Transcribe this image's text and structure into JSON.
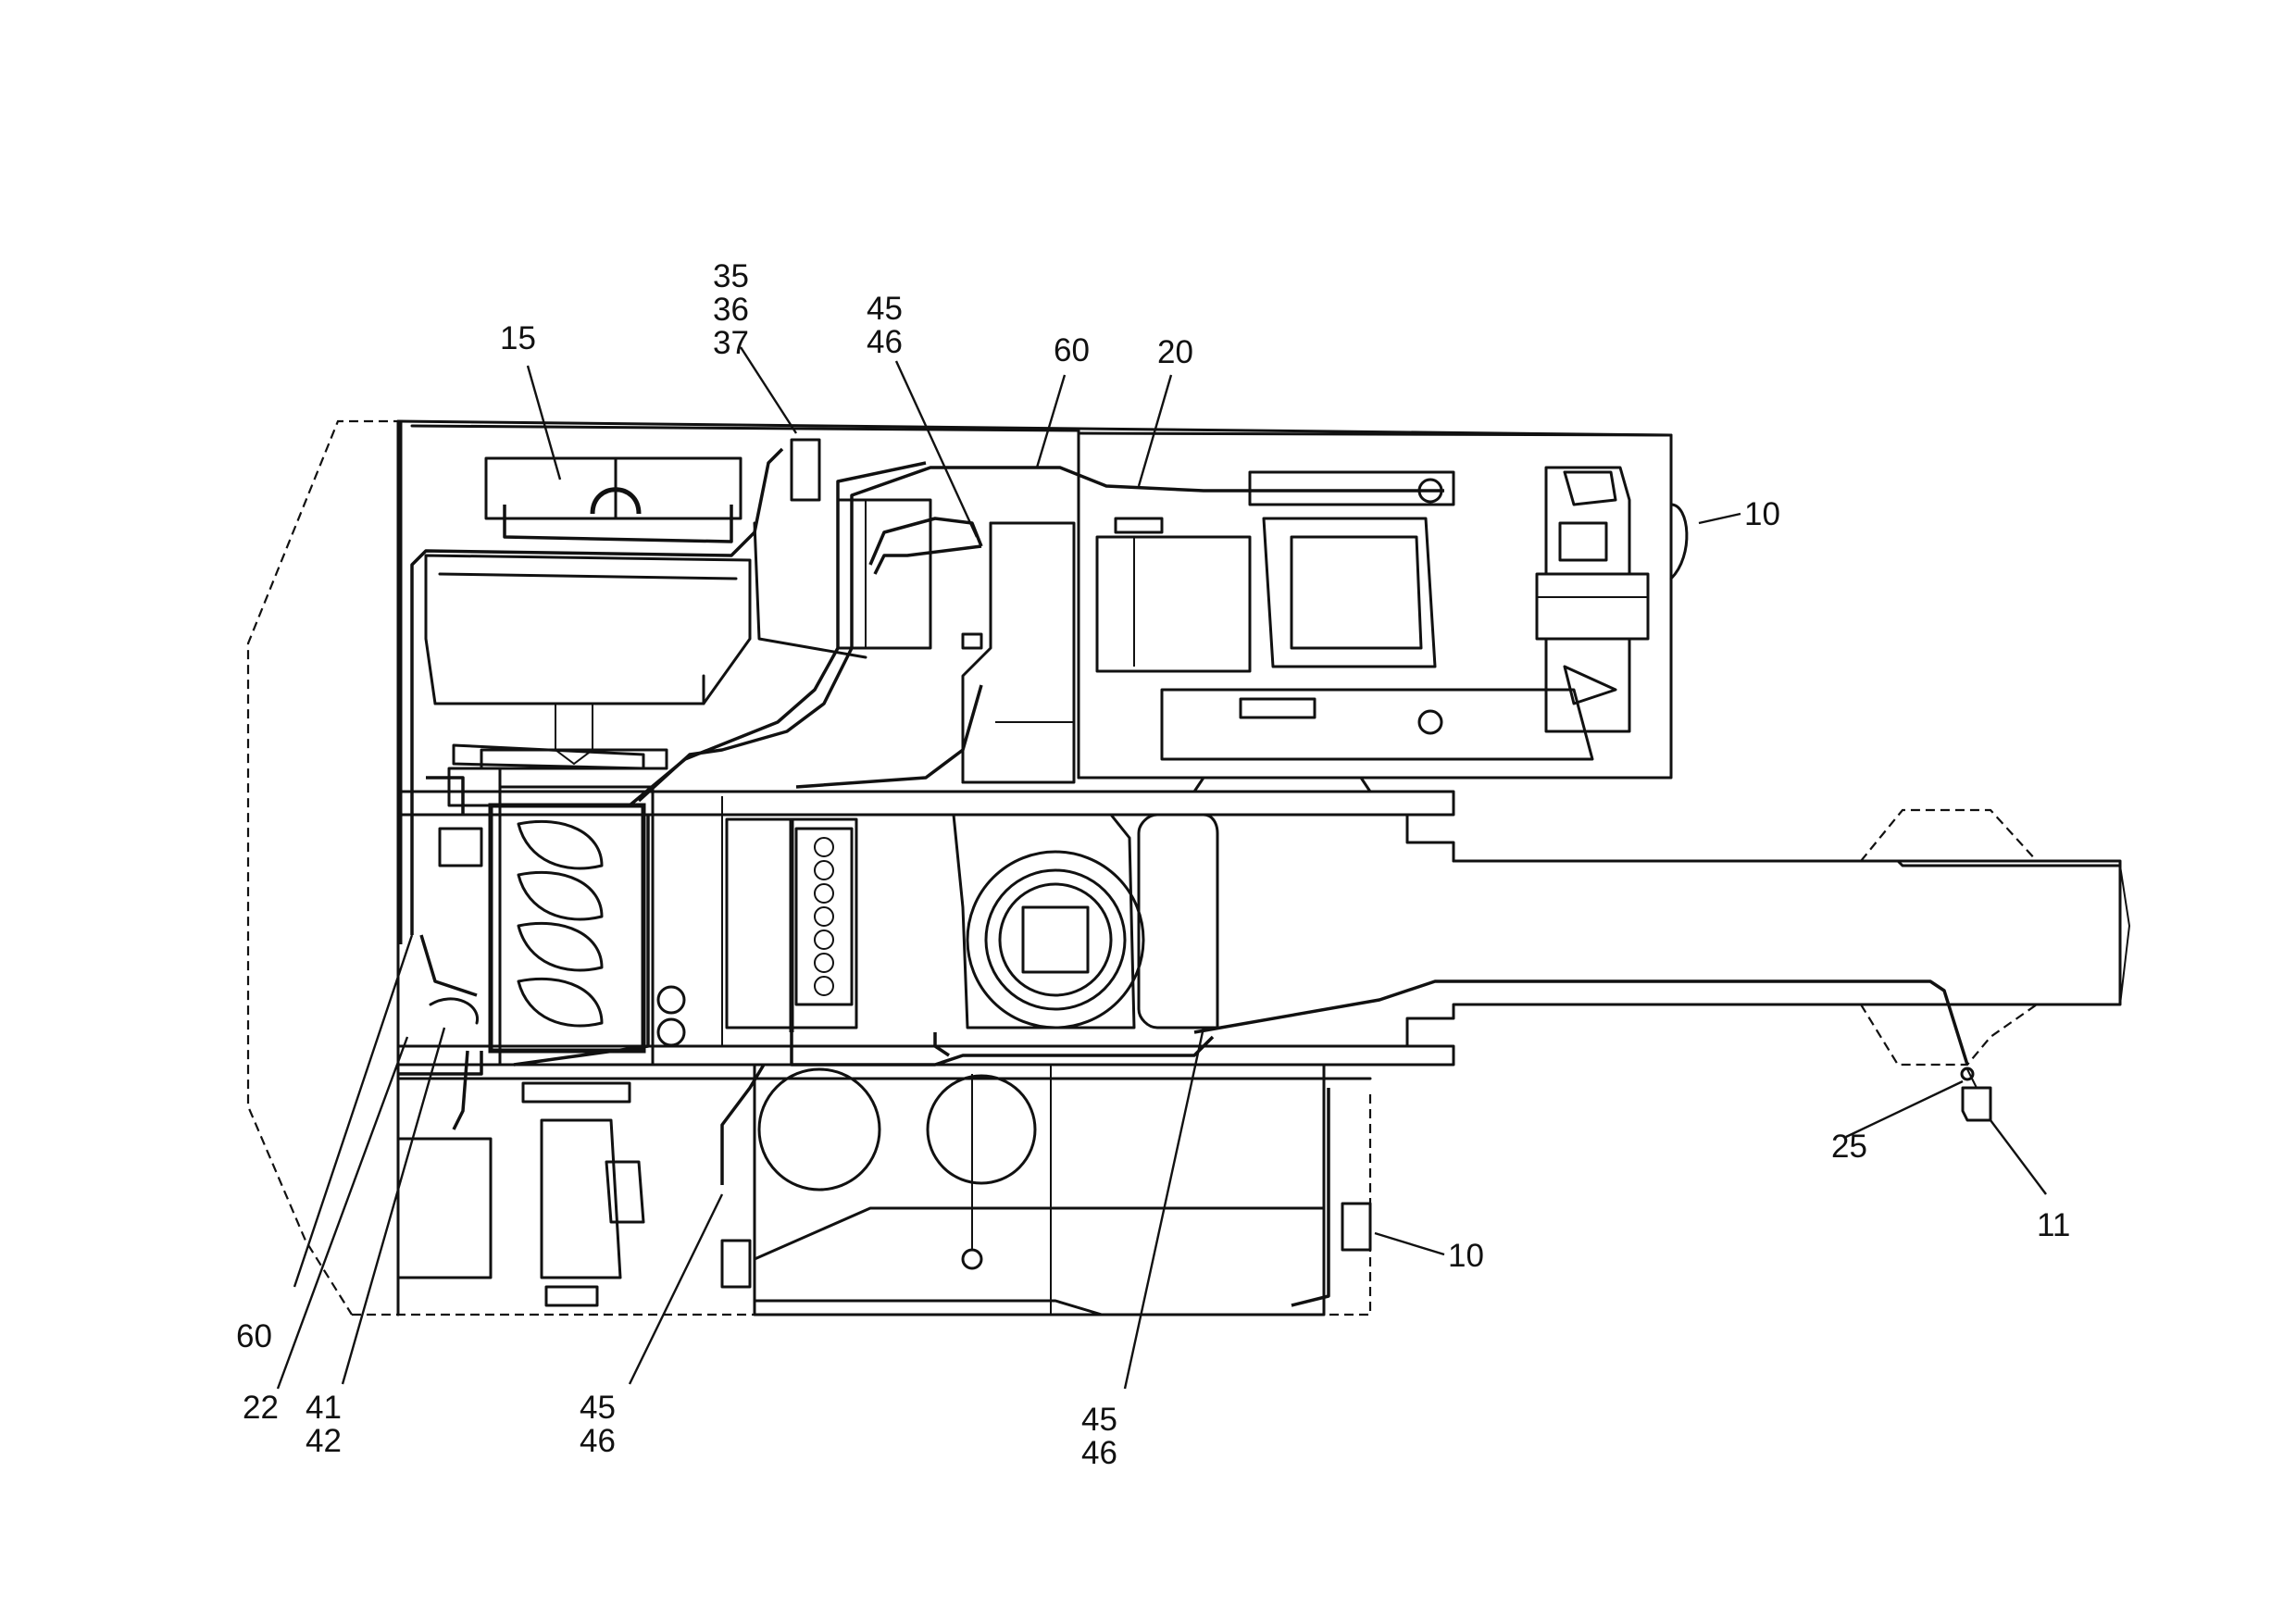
{
  "callouts": {
    "c15": "15",
    "c35": "35",
    "c36": "36",
    "c37": "37",
    "c45_top": "45",
    "c46_top": "46",
    "c60_top": "60",
    "c20": "20",
    "c10_top": "10",
    "c25": "25",
    "c11": "11",
    "c10_bottom": "10",
    "c45_right": "45",
    "c46_right": "46",
    "c45_mid": "45",
    "c46_mid": "46",
    "c41": "41",
    "c42": "42",
    "c22": "22",
    "c60_left": "60"
  }
}
